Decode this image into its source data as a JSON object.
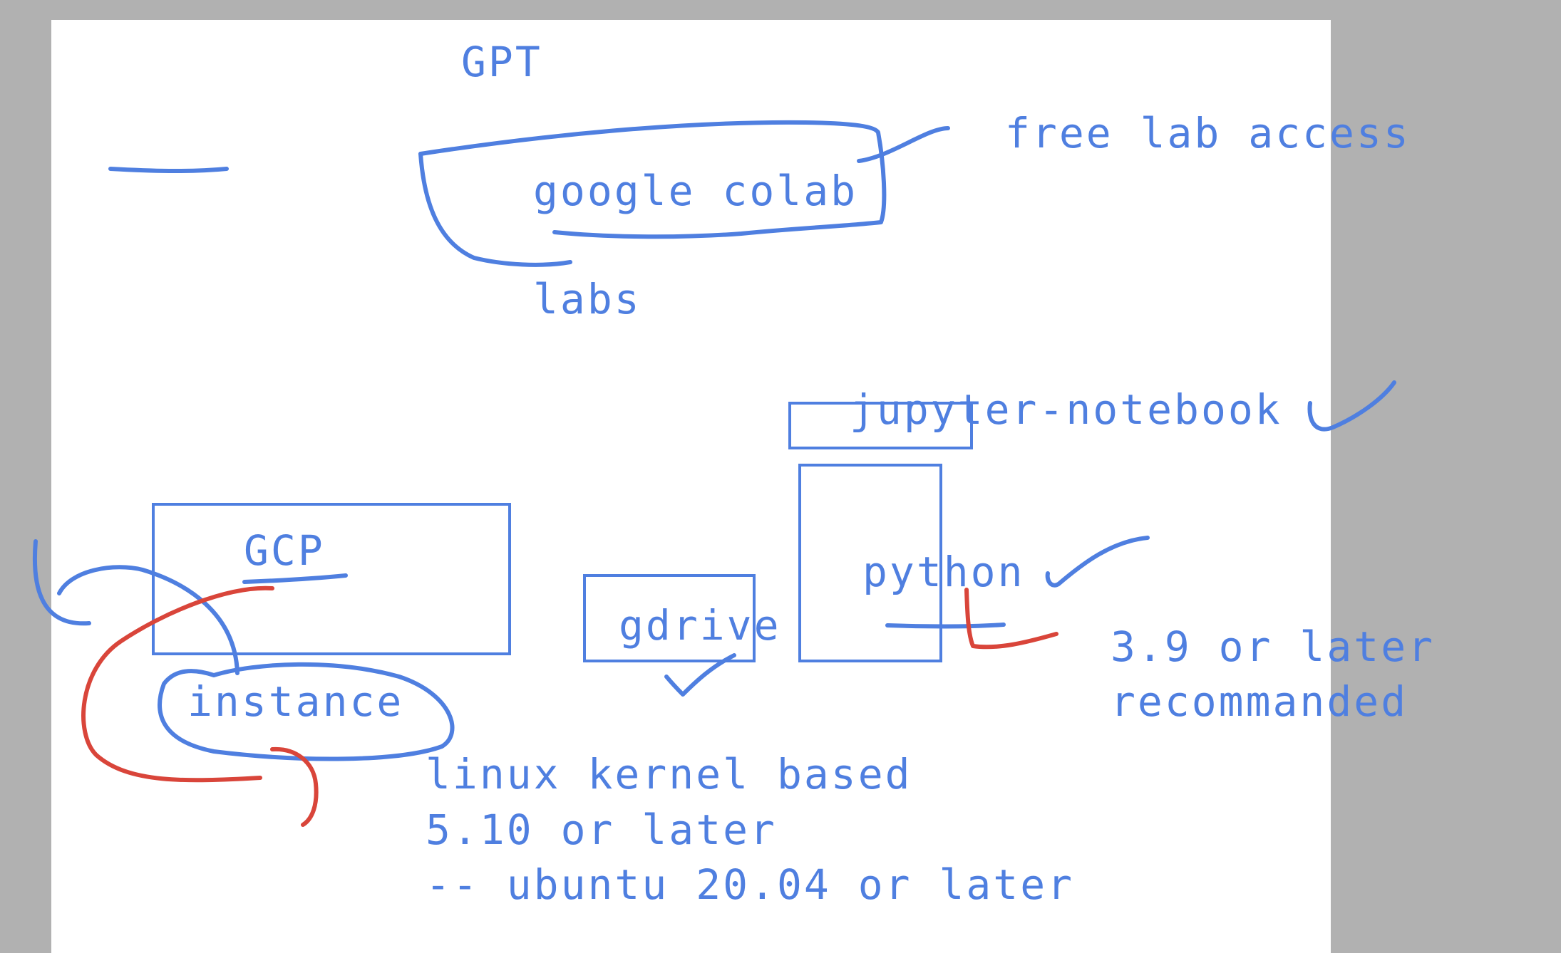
{
  "colors": {
    "background": "#b1b1b1",
    "sheet": "#ffffff",
    "ink_blue": "#4f7fe0",
    "ink_red": "#d9453a"
  },
  "labels": {
    "gpt": "GPT",
    "google_colab": "google colab",
    "free_lab_access": "free lab access",
    "labs": "labs",
    "jupyter_notebook": "jupyter-notebook",
    "gcp": "GCP",
    "gdrive": "gdrive",
    "python": "python",
    "python_version_line1": "3.9 or later",
    "python_version_line2": "recommanded",
    "instance": "instance",
    "linux_line1": "linux kernel based",
    "linux_line2": "5.10 or later",
    "linux_line3": "-- ubuntu 20.04 or later"
  }
}
